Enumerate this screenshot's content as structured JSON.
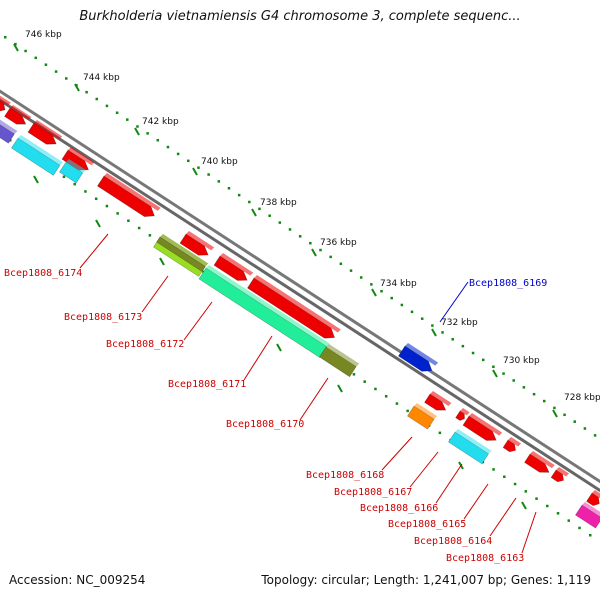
{
  "title": "Burkholderia vietnamiensis G4 chromosome 3, complete sequenc...",
  "footer": {
    "accession": "Accession: NC_009254",
    "topology": "Topology: circular; Length: 1,241,007 bp; Genes: 1,119"
  },
  "ruler": [
    {
      "label": "746 kbp"
    },
    {
      "label": "744 kbp"
    },
    {
      "label": "742 kbp"
    },
    {
      "label": "740 kbp"
    },
    {
      "label": "738 kbp"
    },
    {
      "label": "736 kbp"
    },
    {
      "label": "734 kbp"
    },
    {
      "label": "732 kbp"
    },
    {
      "label": "730 kbp"
    },
    {
      "label": "728 kbp"
    }
  ],
  "gene_labels": [
    {
      "text": "Bcep1808_6174",
      "color": "#cc0000"
    },
    {
      "text": "Bcep1808_6173",
      "color": "#cc0000"
    },
    {
      "text": "Bcep1808_6172",
      "color": "#cc0000"
    },
    {
      "text": "Bcep1808_6171",
      "color": "#cc0000"
    },
    {
      "text": "Bcep1808_6170",
      "color": "#cc0000"
    },
    {
      "text": "Bcep1808_6169",
      "color": "#0000cc"
    },
    {
      "text": "Bcep1808_6168",
      "color": "#cc0000"
    },
    {
      "text": "Bcep1808_6167",
      "color": "#cc0000"
    },
    {
      "text": "Bcep1808_6166",
      "color": "#cc0000"
    },
    {
      "text": "Bcep1808_6165",
      "color": "#cc0000"
    },
    {
      "text": "Bcep1808_6164",
      "color": "#cc0000"
    },
    {
      "text": "Bcep1808_6163",
      "color": "#cc0000"
    }
  ],
  "colors": {
    "forward_cds": "#ee0000",
    "reverse_cds_blue": "#0022cc",
    "cyan_feature": "#22ddee",
    "spring_green_feature": "#22ee99",
    "olive_feature": "#778822",
    "light_green_feature": "#99dd22",
    "orange_feature": "#ff8800",
    "purple_feature": "#6655cc",
    "magenta_feature": "#ee22aa",
    "backbone": "#888888",
    "ruler_dots": "#118811"
  }
}
